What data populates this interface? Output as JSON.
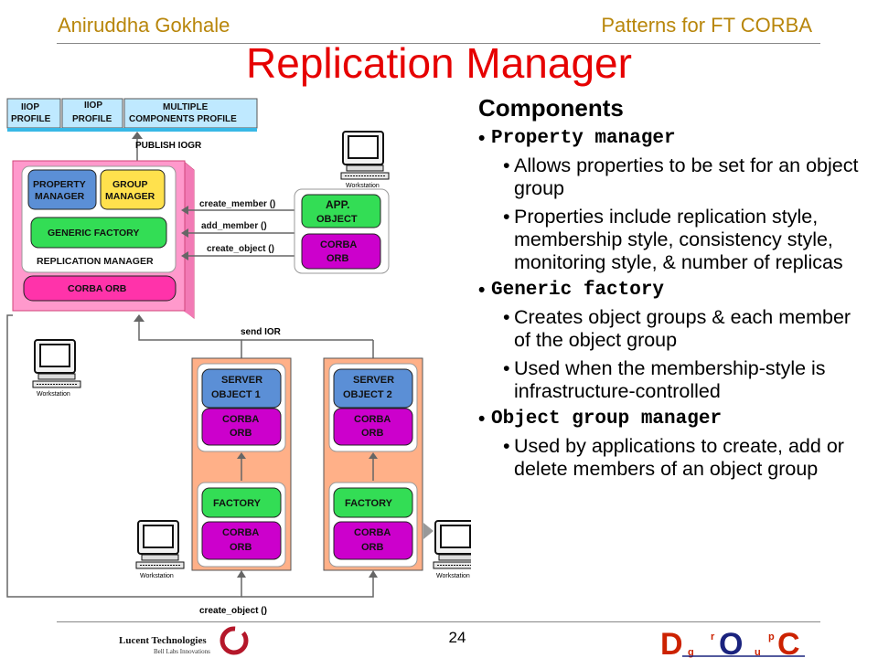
{
  "header": {
    "author": "Aniruddha Gokhale",
    "course": "Patterns for FT CORBA"
  },
  "title": "Replication Manager",
  "diagram": {
    "profiles": [
      {
        "line1": "IIOP",
        "line2": "PROFILE"
      },
      {
        "line1": "IIOP",
        "line2": "PROFILE"
      },
      {
        "line1": "MULTIPLE",
        "line2": "COMPONENTS PROFILE"
      }
    ],
    "publish_iogr": "PUBLISH IOGR",
    "property_manager": [
      "PROPERTY",
      "MANAGER"
    ],
    "group_manager": [
      "GROUP",
      "MANAGER"
    ],
    "generic_factory": "GENERIC FACTORY",
    "replication_manager": "REPLICATION MANAGER",
    "corba_orb": "CORBA ORB",
    "calls": [
      "create_member ()",
      "add_member ()",
      "create_object ()"
    ],
    "app_object": [
      "APP.",
      "OBJECT"
    ],
    "corba": "CORBA",
    "orb": "ORB",
    "send_ior": "send IOR",
    "server_objects": [
      [
        "SERVER",
        "OBJECT 1"
      ],
      [
        "SERVER",
        "OBJECT 2"
      ]
    ],
    "factory": "FACTORY",
    "bottom_call": "create_object ()",
    "workstation": "Workstation"
  },
  "components": {
    "title": "Components",
    "items": [
      {
        "name": "Property manager",
        "subs": [
          "Allows properties to be set for an object group",
          "Properties include replication style, membership style, consistency style, monitoring style, & number of replicas"
        ]
      },
      {
        "name": "Generic factory",
        "subs": [
          "Creates object groups & each member of the object group",
          "Used when the membership-style is infrastructure-controlled"
        ]
      },
      {
        "name": "Object group manager",
        "subs": [
          "Used by applications to create, add or delete members of an object group"
        ]
      }
    ]
  },
  "footer": {
    "page_number": "24",
    "lucent_name": "Lucent Technologies",
    "lucent_tagline": "Bell Labs Innovations",
    "doc_letters": [
      "D",
      "O",
      "C"
    ],
    "group_letters": [
      "g",
      "r",
      "u",
      "p"
    ]
  },
  "colors": {
    "title": "#e60000",
    "header": "#b8860b",
    "pink": "#ff99cc",
    "pink_border": "#d0457a",
    "blue": "#5b8fd6",
    "yellow": "#ffe14d",
    "green": "#33dd55",
    "magenta": "#cc00cc",
    "orb_pink": "#ff33aa",
    "peach": "#ffb088",
    "light_blue_box": "#bfe9ff",
    "cyan_bar": "#38b8e6"
  }
}
